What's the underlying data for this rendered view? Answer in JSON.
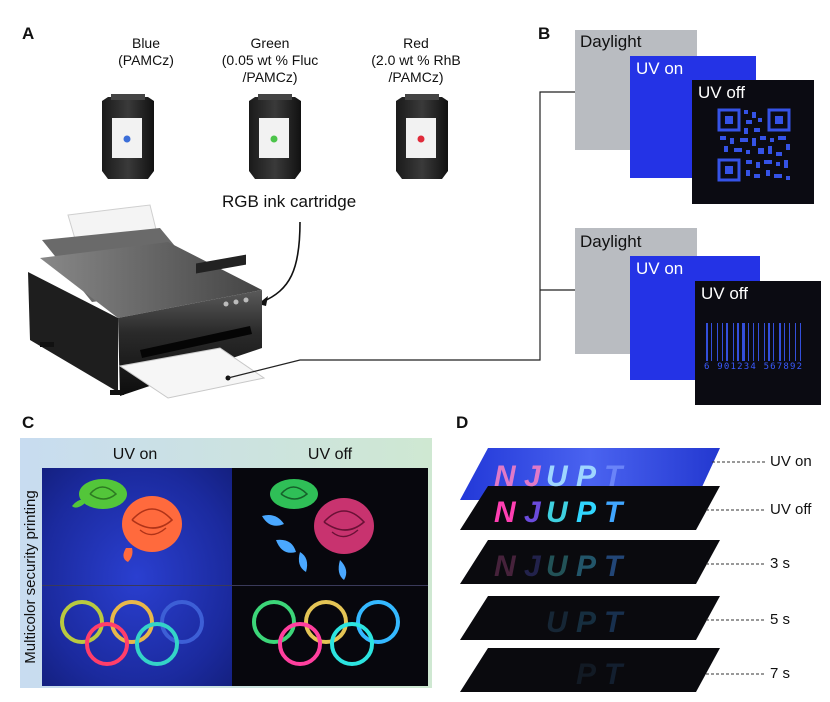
{
  "panels": {
    "a": "A",
    "b": "B",
    "c": "C",
    "d": "D"
  },
  "panel_a": {
    "cartridges": [
      {
        "name": "Blue",
        "detail": "(PAMCz)",
        "dot_color": "#3b6ed8"
      },
      {
        "name": "Green",
        "detail": "(0.05 wt % Fluc\n/PAMCz)",
        "dot_color": "#4cc44a"
      },
      {
        "name": "Red",
        "detail": "(2.0 wt % RhB\n/PAMCz)",
        "dot_color": "#e02b3a"
      }
    ],
    "cartridge_caption": "RGB ink cartridge"
  },
  "panel_b": {
    "stacks": [
      {
        "daylight": "Daylight",
        "uv_on": "UV on",
        "uv_off": "UV off",
        "pattern": "qr-code"
      },
      {
        "daylight": "Daylight",
        "uv_on": "UV on",
        "uv_off": "UV off",
        "pattern": "barcode",
        "barcode_digits": "6 901234 567892"
      }
    ],
    "colors": {
      "daylight": "#b9bcc1",
      "uv_on": "#2433e6",
      "uv_off": "#0b0b12",
      "glow": "#3a5bff"
    }
  },
  "panel_c": {
    "col_uv_on": "UV on",
    "col_uv_off": "UV off",
    "side_label": "Multicolor security printing"
  },
  "panel_d": {
    "word": "NJUPT",
    "rows": [
      {
        "label": "UV on"
      },
      {
        "label": "UV off"
      },
      {
        "label": "3 s"
      },
      {
        "label": "5 s"
      },
      {
        "label": "7 s"
      }
    ]
  }
}
